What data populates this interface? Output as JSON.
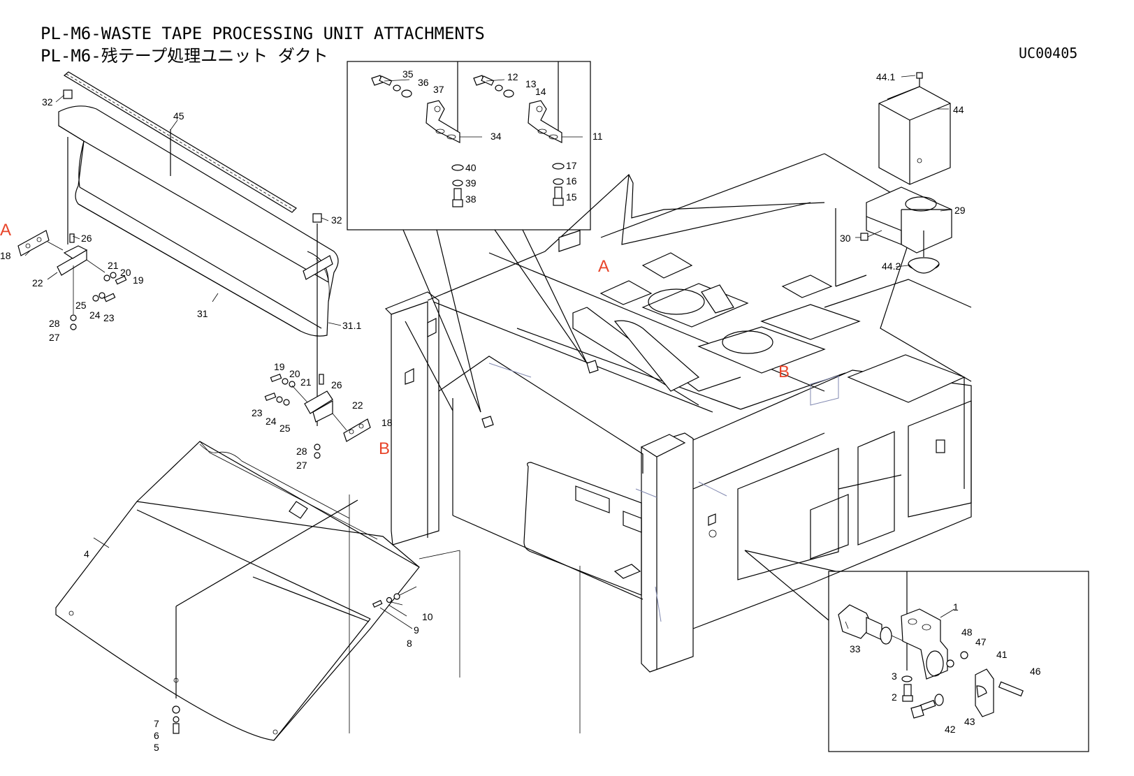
{
  "header": {
    "title_en": "PL-M6-WASTE TAPE PROCESSING UNIT ATTACHMENTS",
    "title_ja": "PL-M6-残テープ処理ユニット ダクト",
    "diagram_code": "UC00405"
  },
  "reference_letters": {
    "a": "A",
    "b": "B"
  },
  "part_labels": {
    "p1": "1",
    "p2": "2",
    "p3": "3",
    "p4": "4",
    "p5": "5",
    "p6": "6",
    "p7": "7",
    "p8": "8",
    "p9": "9",
    "p10": "10",
    "p11": "11",
    "p12": "12",
    "p13": "13",
    "p14": "14",
    "p15": "15",
    "p16": "16",
    "p17": "17",
    "p18": "18",
    "p19": "19",
    "p20": "20",
    "p21": "21",
    "p22": "22",
    "p23": "23",
    "p24": "24",
    "p25": "25",
    "p26": "26",
    "p27": "27",
    "p28": "28",
    "p29": "29",
    "p30": "30",
    "p31": "31",
    "p31_1": "31.1",
    "p32": "32",
    "p33": "33",
    "p34": "34",
    "p35": "35",
    "p36": "36",
    "p37": "37",
    "p38": "38",
    "p39": "39",
    "p40": "40",
    "p41": "41",
    "p42": "42",
    "p43": "43",
    "p44": "44",
    "p44_1": "44.1",
    "p44_2": "44.2",
    "p45": "45",
    "p46": "46",
    "p47": "47",
    "p48": "48"
  },
  "colors": {
    "reference_letter": "#e8452a",
    "ghost_line": "#8088b0",
    "line": "#000000"
  }
}
